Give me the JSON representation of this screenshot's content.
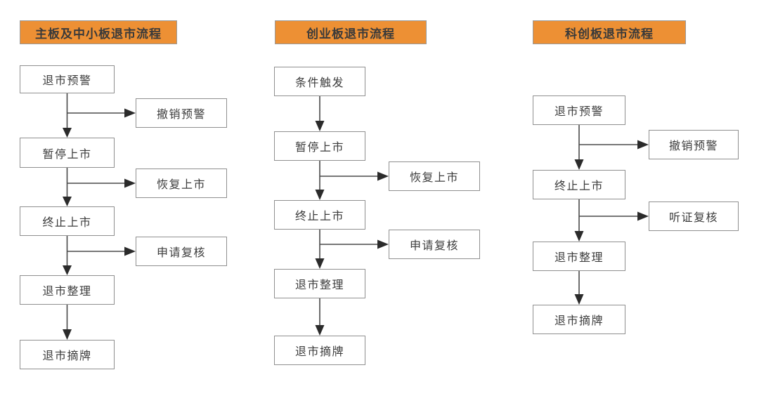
{
  "diagram": {
    "title_absent": true,
    "accent_color": "#ED9034",
    "box_border_color": "#8f8f8f",
    "connector_color": "#4a4a4a",
    "columns": [
      {
        "id": "main-board",
        "header": "主板及中小板退市流程",
        "main_flow": [
          "退市预警",
          "暂停上市",
          "终止上市",
          "退市整理",
          "退市摘牌"
        ],
        "branches": [
          {
            "from": "退市预警",
            "label": "撤销预警"
          },
          {
            "from": "暂停上市",
            "label": "恢复上市"
          },
          {
            "from": "终止上市",
            "label": "申请复核"
          }
        ]
      },
      {
        "id": "chinext-board",
        "header": "创业板退市流程",
        "main_flow": [
          "条件触发",
          "暂停上市",
          "终止上市",
          "退市整理",
          "退市摘牌"
        ],
        "branches": [
          {
            "from": "暂停上市",
            "label": "恢复上市"
          },
          {
            "from": "终止上市",
            "label": "申请复核"
          }
        ]
      },
      {
        "id": "star-board",
        "header": "科创板退市流程",
        "main_flow": [
          "退市预警",
          "终止上市",
          "退市整理",
          "退市摘牌"
        ],
        "branches": [
          {
            "from": "退市预警",
            "label": "撤销预警"
          },
          {
            "from": "终止上市",
            "label": "听证复核"
          }
        ]
      }
    ]
  },
  "col1": {
    "header": "主板及中小板退市流程",
    "n0": "退市预警",
    "n1": "暂停上市",
    "n2": "终止上市",
    "n3": "退市整理",
    "n4": "退市摘牌",
    "b0": "撤销预警",
    "b1": "恢复上市",
    "b2": "申请复核"
  },
  "col2": {
    "header": "创业板退市流程",
    "n0": "条件触发",
    "n1": "暂停上市",
    "n2": "终止上市",
    "n3": "退市整理",
    "n4": "退市摘牌",
    "b1": "恢复上市",
    "b2": "申请复核"
  },
  "col3": {
    "header": "科创板退市流程",
    "n0": "退市预警",
    "n1": "终止上市",
    "n2": "退市整理",
    "n3": "退市摘牌",
    "b0": "撤销预警",
    "b1": "听证复核"
  }
}
